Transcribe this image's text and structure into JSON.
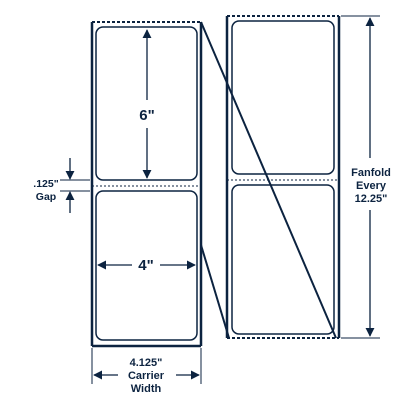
{
  "colors": {
    "ink": "#0c2340",
    "paper": "#ffffff"
  },
  "dimensions": {
    "label_height": "6\"",
    "label_width": "4\"",
    "gap_value": ".125\"",
    "gap_word": "Gap",
    "carrier_value": "4.125\"",
    "carrier_word1": "Carrier",
    "carrier_word2": "Width",
    "fanfold_line1": "Fanfold",
    "fanfold_line2": "Every",
    "fanfold_line3": "12.25\""
  }
}
